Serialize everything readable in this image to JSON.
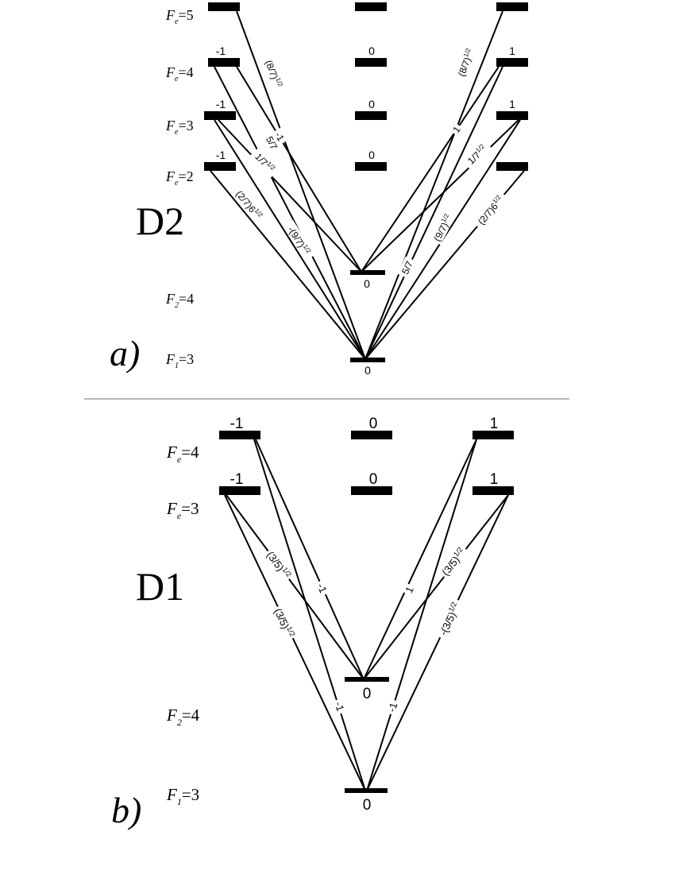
{
  "panel_a": {
    "panel_label": "a)",
    "line_label": "D2",
    "excited_levels": [
      {
        "sym": "F",
        "sub": "e",
        "val": "=5"
      },
      {
        "sym": "F",
        "sub": "e",
        "val": "=4",
        "m_left": "-1",
        "m_center": "0",
        "m_right": "1"
      },
      {
        "sym": "F",
        "sub": "e",
        "val": "=3",
        "m_left": "-1",
        "m_center": "0",
        "m_right": "1"
      },
      {
        "sym": "F",
        "sub": "e",
        "val": "=2",
        "m_left": "-1",
        "m_center": "0",
        "m_right": "1"
      }
    ],
    "ground_levels": [
      {
        "sym": "F",
        "sub": "2",
        "val": "=4",
        "m": "0"
      },
      {
        "sym": "F",
        "sub": "1",
        "val": "=3",
        "m": "0"
      }
    ],
    "coefficients": [
      {
        "base": "(8/7)",
        "sup": "1/2"
      },
      {
        "base": "-1",
        "sup": ""
      },
      {
        "base": "5/7",
        "sup": ""
      },
      {
        "base": "1/7",
        "sup": "1/2"
      },
      {
        "base": "(2/7)6",
        "sup": "1/2"
      },
      {
        "base": "-(9/7)",
        "sup": "1/2"
      },
      {
        "base": "(8/7)",
        "sup": "1/2"
      },
      {
        "base": "1",
        "sup": ""
      },
      {
        "base": "1/7",
        "sup": "1/2"
      },
      {
        "base": "(9/7)",
        "sup": "1/2"
      },
      {
        "base": "5/7",
        "sup": ""
      },
      {
        "base": "(2/7)6",
        "sup": "1/2"
      }
    ]
  },
  "panel_b": {
    "panel_label": "b)",
    "line_label": "D1",
    "excited_levels": [
      {
        "sym": "F",
        "sub": "e",
        "val": "=4",
        "m_left": "-1",
        "m_center": "0",
        "m_right": "1"
      },
      {
        "sym": "F",
        "sub": "e",
        "val": "=3",
        "m_left": "-1",
        "m_center": "0",
        "m_right": "1"
      }
    ],
    "ground_levels": [
      {
        "sym": "F",
        "sub": "2",
        "val": "=4",
        "m": "0"
      },
      {
        "sym": "F",
        "sub": "1",
        "val": "=3",
        "m": "0"
      }
    ],
    "coefficients": [
      {
        "base": "(3/5)",
        "sup": "1/2"
      },
      {
        "base": "(3/5)",
        "sup": "1/2"
      },
      {
        "base": "-1",
        "sup": ""
      },
      {
        "base": "-1",
        "sup": ""
      },
      {
        "base": "1",
        "sup": ""
      },
      {
        "base": "(3/5)",
        "sup": "1/2"
      },
      {
        "base": "-(3/5)",
        "sup": "1/2"
      },
      {
        "base": "-1",
        "sup": ""
      }
    ]
  }
}
